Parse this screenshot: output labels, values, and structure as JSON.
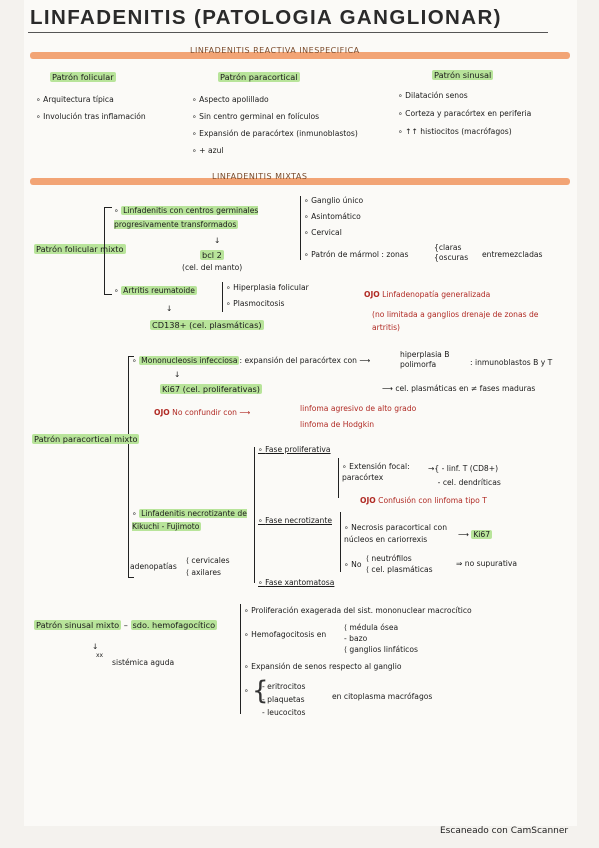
{
  "title": "LINFADENITIS (PATOLOGIA GANGLIONAR)",
  "section1": {
    "heading": "LINFADENITIS REACTIVA INESPECIFICA",
    "col1": {
      "title": "Patrón folicular",
      "items": [
        "Arquitectura típica",
        "Involución tras inflamación"
      ]
    },
    "col2": {
      "title": "Patrón paracortical",
      "items": [
        "Aspecto apolillado",
        "Sin centro germinal en folículos",
        "Expansión de paracórtex (inmunoblastos)",
        "+ azul"
      ]
    },
    "col3": {
      "title": "Patrón sinusal",
      "items": [
        "Dilatación senos",
        "Corteza y paracórtex en periferia",
        "↑↑ histiocitos (macrófagos)"
      ]
    }
  },
  "section2": {
    "heading": "LINFADENITIS MIXTAS",
    "folicular_mixto": {
      "label": "Patrón folicular mixto",
      "sub1": "Linfadenitis con centros germinales progresivamente transformados",
      "bcl2": "bcl 2",
      "bcl2_note": "(cel. del manto)",
      "sub1_features": [
        "Ganglio único",
        "Asintomático",
        "Cervical",
        "Patrón de mármol : zonas"
      ],
      "zonas": [
        "claras",
        "oscuras"
      ],
      "zonas_suffix": "entremezcladas",
      "sub2": "Artritis reumatoide",
      "sub2_features": [
        "Hiperplasia folicular",
        "Plasmocitosis"
      ],
      "cd138": "CD138+ (cel. plasmáticas)",
      "ojo": "OJO",
      "note_title": "Linfadenopatía generalizada",
      "note_body": "(no limitada a ganglios drenaje de zonas de artritis)"
    },
    "paracortical_mixto": {
      "label": "Patrón paracortical mixto",
      "mono": "Mononucleosis infecciosa",
      "mono_text": ": expansión del paracórtex con",
      "hiper": "hiperplasia B polimorfa",
      "inmuno": ": inmunoblastos B y T",
      "plasma": "cel. plasmáticas en ≠ fases maduras",
      "ki67": "Ki67 (cel. proliferativas)",
      "ojo": "OJO",
      "confundir": "No confundir con",
      "linfoma1": "linfoma agresivo de alto grado",
      "linfoma2": "linfoma de Hodgkin",
      "kikuchi": "Linfadenitis necrotizante de Kikuchi - Fujimoto",
      "adenopatias": "adenopatías",
      "aden_list": [
        "cervicales",
        "axilares"
      ],
      "fase1": "Fase proliferativa",
      "fase1_a": "Extensión focal: paracórtex",
      "fase1_items": [
        "linf. T (CD8+)",
        "cel. dendríticas"
      ],
      "ojo2": "OJO",
      "confusion": "Confusión con linfoma tipo T",
      "fase2": "Fase necrotizante",
      "fase2_a": "Necrosis paracortical con núcleos en cariorrexis",
      "ki67b": "Ki67",
      "fase2_no": "No",
      "fase2_items": [
        "neutrófilos",
        "cel. plasmáticas"
      ],
      "no_supurativa": "no supurativa",
      "fase3": "Fase xantomatosa"
    },
    "sinusal_mixto": {
      "label": "Patrón sinusal mixto",
      "sdo": "sdo. hemofagocítico",
      "xx": "xx",
      "sistemica": "sistémica aguda",
      "items": [
        "Proliferación exagerada del sist. mononuclear macrocítico",
        "Hemofagocitosis en",
        "Expansión de senos respecto al ganglio"
      ],
      "hemo_list": [
        "médula ósea",
        "bazo",
        "ganglios linfáticos"
      ],
      "cell_list": [
        "eritrocitos",
        "plaquetas",
        "leucocitos"
      ],
      "citoplasma": "en citoplasma macrófagos"
    }
  },
  "footer": "Escaneado con CamScanner",
  "colors": {
    "orange_bar": "#f2a475",
    "highlight": "#b8e49a",
    "red_note": "#b02a24"
  }
}
